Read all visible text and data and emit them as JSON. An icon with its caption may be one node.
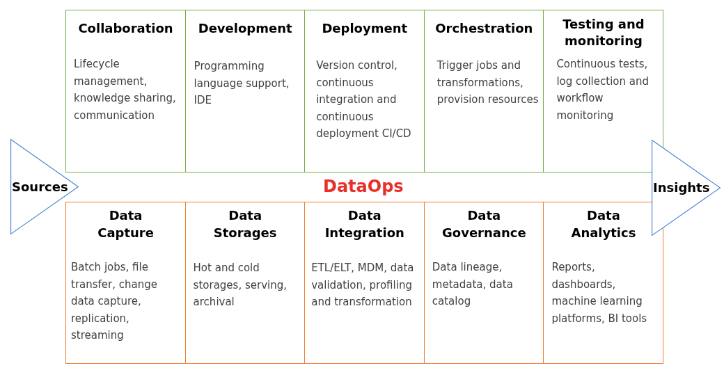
{
  "diagram": {
    "nodes": [
      {
        "text": [
          "Collaboration",
          "Lifecycle management, knowledge sharing, communication"
        ]
      },
      {
        "text": [
          "Development",
          "Programming language support, IDE"
        ]
      },
      {
        "text": [
          "Deployment",
          "Version control, continuous integration and continuous deployment CI/CD"
        ]
      },
      {
        "text": [
          "Orchestration",
          "Trigger jobs and transformations, provision resources"
        ]
      },
      {
        "text": [
          "Testing and monitoring",
          "Continuous tests, log collection and workflow monitoring"
        ]
      },
      {
        "text": [
          "Sources"
        ]
      },
      {
        "text": [
          "Insights"
        ]
      },
      {
        "text": [
          "Data Capture",
          "Batch jobs, file transfer, change data capture, replication, streaming"
        ]
      },
      {
        "text": [
          "Data Storages",
          "Hot and cold storages, serving, archival"
        ]
      },
      {
        "text": [
          "Data Integration",
          "ETL/ELT, MDM, data validation, profiling and transformation"
        ]
      },
      {
        "text": [
          "Data Governance",
          "Data lineage, metadata, data catalog"
        ]
      },
      {
        "text": [
          "Data Analytics",
          "Reports, dashboards, machine learning platforms, BI tools"
        ]
      }
    ],
    "labels": [
      "DataOps"
    ]
  }
}
